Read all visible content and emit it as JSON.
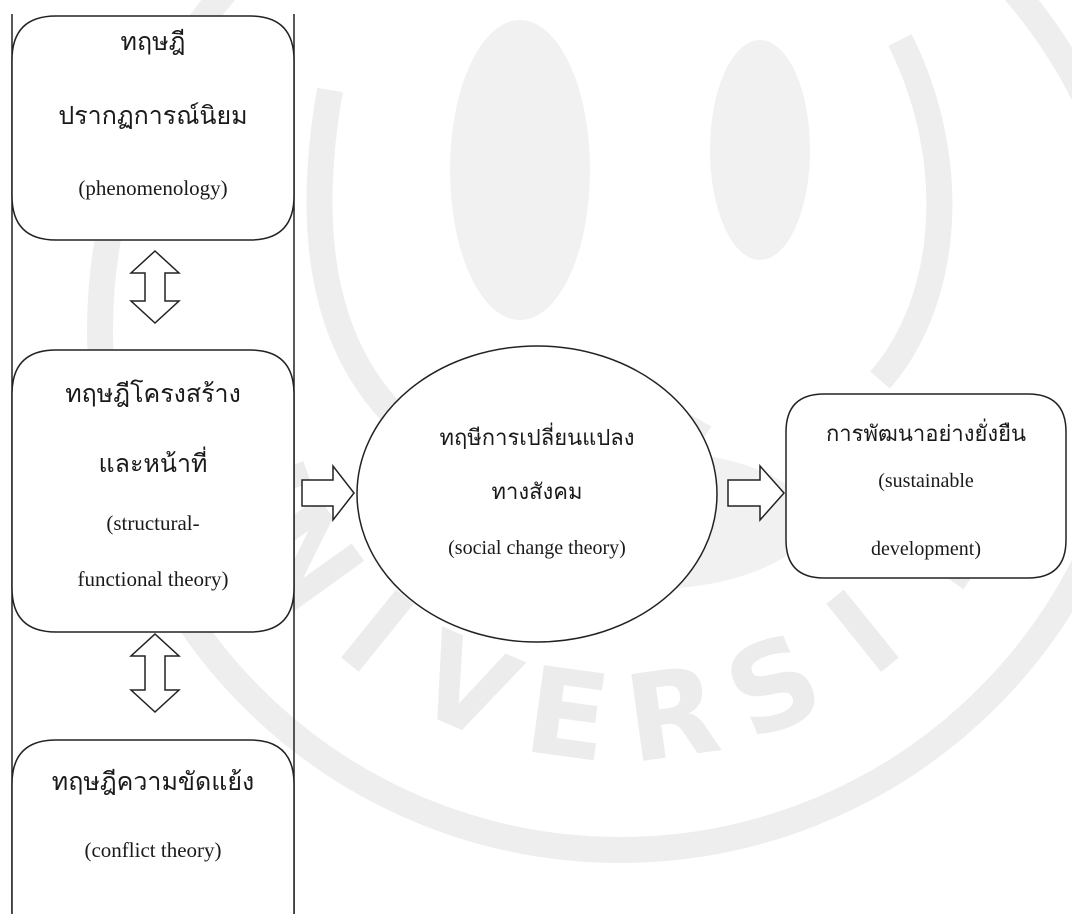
{
  "colors": {
    "stroke": "#222222",
    "watermark": "#eeeeee",
    "text": "#1a1a1a"
  },
  "nodes": {
    "phenomenology": {
      "thai_line1": "ทฤษฎี",
      "thai_line2": "ปรากฏการณ์นิยม",
      "english": "(phenomenology)"
    },
    "structural": {
      "thai_line1": "ทฤษฎีโครงสร้าง",
      "thai_line2": "และหน้าที่",
      "english_line1": "(structural-",
      "english_line2": "functional theory)"
    },
    "conflict": {
      "thai": "ทฤษฎีความขัดแย้ง",
      "english": "(conflict theory)"
    },
    "social_change": {
      "thai_line1": "ทฤษีการเปลี่ยนแปลง",
      "thai_line2": "ทางสังคม",
      "english": "(social change theory)"
    },
    "sustainable": {
      "thai": "การพัฒนาอย่างยั่งยืน",
      "english_line1": "(sustainable",
      "english_line2": "development)"
    }
  },
  "watermark_text": "UNIVERSITY"
}
